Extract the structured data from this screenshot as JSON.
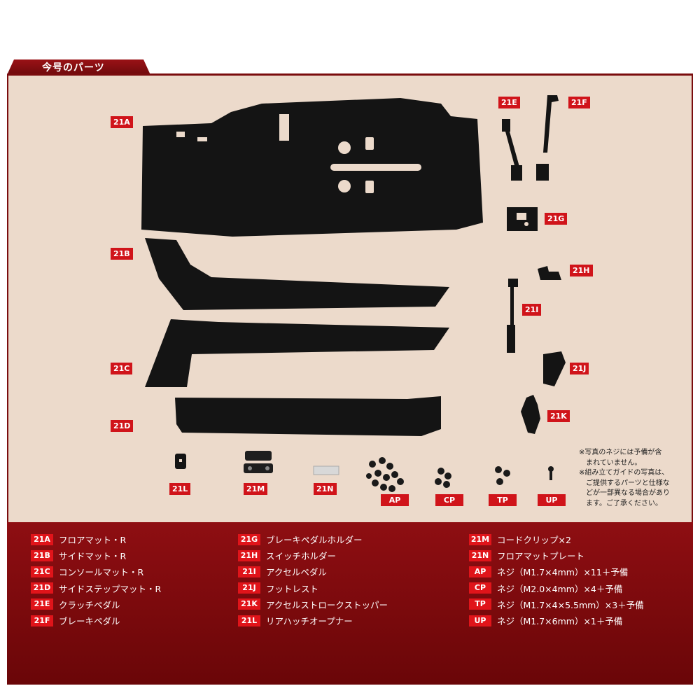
{
  "header": {
    "title": "今号のパーツ"
  },
  "photo_labels": {
    "21A": "21A",
    "21B": "21B",
    "21C": "21C",
    "21D": "21D",
    "21E": "21E",
    "21F": "21F",
    "21G": "21G",
    "21H": "21H",
    "21I": "21I",
    "21J": "21J",
    "21K": "21K",
    "21L": "21L",
    "21M": "21M",
    "21N": "21N",
    "AP": "AP",
    "CP": "CP",
    "TP": "TP",
    "UP": "UP"
  },
  "note": {
    "line1": "※写真のネジには予備が含\n　まれていません。",
    "line2": "※組み立てガイドの写真は、\n　ご提供するパーツと仕様な\n　どが一部異なる場合があり\n　ます。ご了承ください。"
  },
  "legend": {
    "col1": [
      {
        "code": "21A",
        "desc": "フロアマット・R"
      },
      {
        "code": "21B",
        "desc": "サイドマット・R"
      },
      {
        "code": "21C",
        "desc": "コンソールマット・R"
      },
      {
        "code": "21D",
        "desc": "サイドステップマット・R"
      },
      {
        "code": "21E",
        "desc": "クラッチペダル"
      },
      {
        "code": "21F",
        "desc": "ブレーキペダル"
      }
    ],
    "col2": [
      {
        "code": "21G",
        "desc": "ブレーキペダルホルダー"
      },
      {
        "code": "21H",
        "desc": "スイッチホルダー"
      },
      {
        "code": "21I",
        "desc": "アクセルペダル"
      },
      {
        "code": "21J",
        "desc": "フットレスト"
      },
      {
        "code": "21K",
        "desc": "アクセルストロークストッパー"
      },
      {
        "code": "21L",
        "desc": "リアハッチオープナー"
      }
    ],
    "col3": [
      {
        "code": "21M",
        "desc": "コードクリップ×2"
      },
      {
        "code": "21N",
        "desc": "フロアマットプレート"
      },
      {
        "code": "AP",
        "desc": "ネジ（M1.7×4mm）×11＋予備"
      },
      {
        "code": "CP",
        "desc": "ネジ（M2.0×4mm）×4＋予備"
      },
      {
        "code": "TP",
        "desc": "ネジ（M1.7×4×5.5mm）×3＋予備"
      },
      {
        "code": "UP",
        "desc": "ネジ（M1.7×6mm）×1＋予備"
      }
    ]
  },
  "colors": {
    "frame": "#7a0c0e",
    "tag": "#d0141a",
    "beige": "#ecdacb",
    "part": "#141414"
  }
}
